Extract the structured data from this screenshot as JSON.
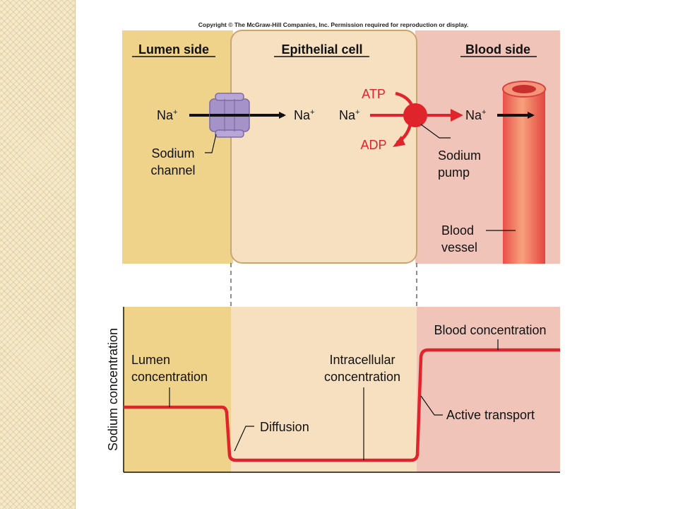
{
  "copyright": "Copyright © The McGraw-Hill Companies, Inc. Permission required for reproduction or display.",
  "regions": {
    "lumen": "Lumen side",
    "cell": "Epithelial cell",
    "blood": "Blood side"
  },
  "ions": {
    "na": "Na",
    "plus": "+"
  },
  "labels": {
    "atp": "ATP",
    "adp": "ADP",
    "sodium_channel_1": "Sodium",
    "sodium_channel_2": "channel",
    "sodium_pump_1": "Sodium",
    "sodium_pump_2": "pump",
    "blood_vessel_1": "Blood",
    "blood_vessel_2": "vessel"
  },
  "graph": {
    "ylabel": "Sodium concentration",
    "lumen_conc_1": "Lumen",
    "lumen_conc_2": "concentration",
    "intra_conc_1": "Intracellular",
    "intra_conc_2": "concentration",
    "blood_conc": "Blood concentration",
    "diffusion": "Diffusion",
    "active_transport": "Active transport"
  },
  "colors": {
    "lumen": "#efd38a",
    "cell": "#f6e0c0",
    "blood": "#f0c4b8",
    "red": "#e0242b",
    "channel": "#a592c8"
  }
}
